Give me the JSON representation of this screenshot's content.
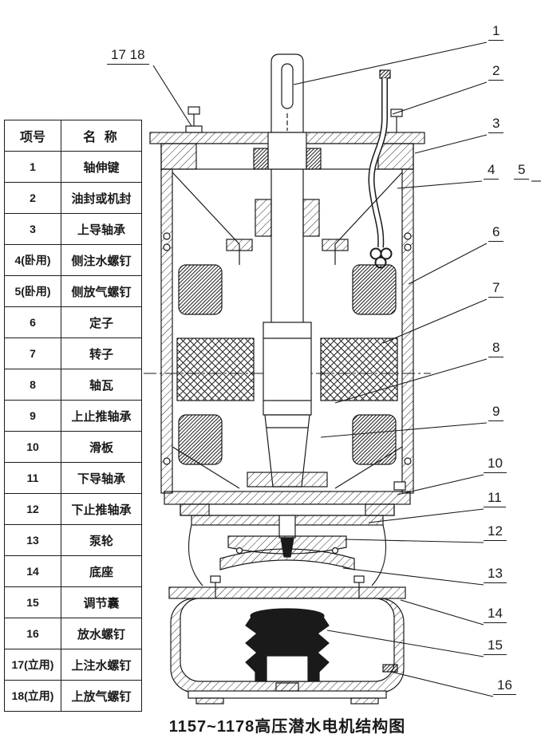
{
  "title": "1157~1178高压潜水电机结构图",
  "parts_table": {
    "headers": {
      "no": "项号",
      "name": "名 称"
    },
    "rows": [
      {
        "no": "1",
        "name": "轴伸键"
      },
      {
        "no": "2",
        "name": "油封或机封"
      },
      {
        "no": "3",
        "name": "上导轴承"
      },
      {
        "no": "4(卧用)",
        "name": "侧注水螺钉"
      },
      {
        "no": "5(卧用)",
        "name": "侧放气螺钉"
      },
      {
        "no": "6",
        "name": "定子"
      },
      {
        "no": "7",
        "name": "转子"
      },
      {
        "no": "8",
        "name": "轴瓦"
      },
      {
        "no": "9",
        "name": "上止推轴承"
      },
      {
        "no": "10",
        "name": "滑板"
      },
      {
        "no": "11",
        "name": "下导轴承"
      },
      {
        "no": "12",
        "name": "下止推轴承"
      },
      {
        "no": "13",
        "name": "泵轮"
      },
      {
        "no": "14",
        "name": "底座"
      },
      {
        "no": "15",
        "name": "调节囊"
      },
      {
        "no": "16",
        "name": "放水螺钉"
      },
      {
        "no": "17(立用)",
        "name": "上注水螺钉"
      },
      {
        "no": "18(立用)",
        "name": "上放气螺钉"
      }
    ]
  },
  "callouts": {
    "c1": "1",
    "c2": "2",
    "c3": "3",
    "c4": "4",
    "c5": "5",
    "c6": "6",
    "c7": "7",
    "c8": "8",
    "c9": "9",
    "c10": "10",
    "c11": "11",
    "c12": "12",
    "c13": "13",
    "c14": "14",
    "c15": "15",
    "c16": "16",
    "c17_18": "17 18"
  },
  "colors": {
    "ink": "#1a1a1a",
    "paper": "#ffffff"
  }
}
